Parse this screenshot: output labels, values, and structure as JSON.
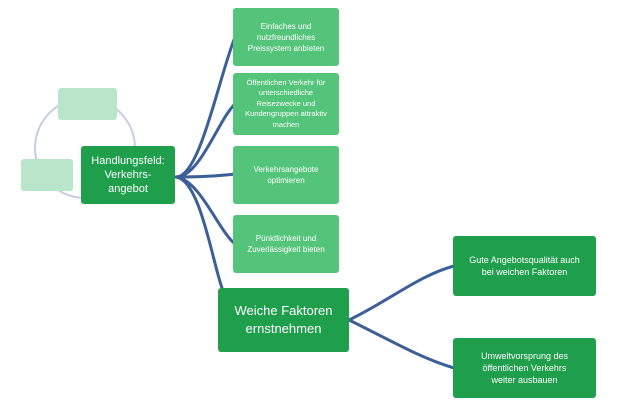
{
  "diagram": {
    "main_node": {
      "line1": "Handlungsfeld:",
      "line2": "Verkehrs-",
      "line3": "angebot"
    },
    "measures": [
      {
        "line1": "Einfaches und",
        "line2": "nutzfreundliches",
        "line3": "Preissystem anbieten"
      },
      {
        "line1": "Öffentlichen Verkehr für",
        "line2": "unterschiedliche",
        "line3": "Reisezwecke und",
        "line4": "Kundengruppen attraktiv",
        "line5": "machen"
      },
      {
        "line1": "Verkehrsangebote",
        "line2": "optimieren"
      },
      {
        "line1": "Pünktlichkeit und",
        "line2": "Zuverlässigkeit bieten"
      }
    ],
    "soft_factors_node": {
      "line1": "Weiche Faktoren",
      "line2": "ernstnehmen"
    },
    "soft_measures": [
      {
        "line1": "Gute Angebotsqualität auch",
        "line2": "bei weichen Faktoren"
      },
      {
        "line1": "Umweltvorsprung des",
        "line2": "öffentlichen Verkehrs",
        "line3": "weiter ausbauen"
      }
    ]
  },
  "colors": {
    "connector": "#3d5f99",
    "dark_green": "#1f9e4c",
    "medium_green": "#54c47a",
    "pale_green": "#b9e6cb",
    "cycle_line": "#c5cde0"
  }
}
